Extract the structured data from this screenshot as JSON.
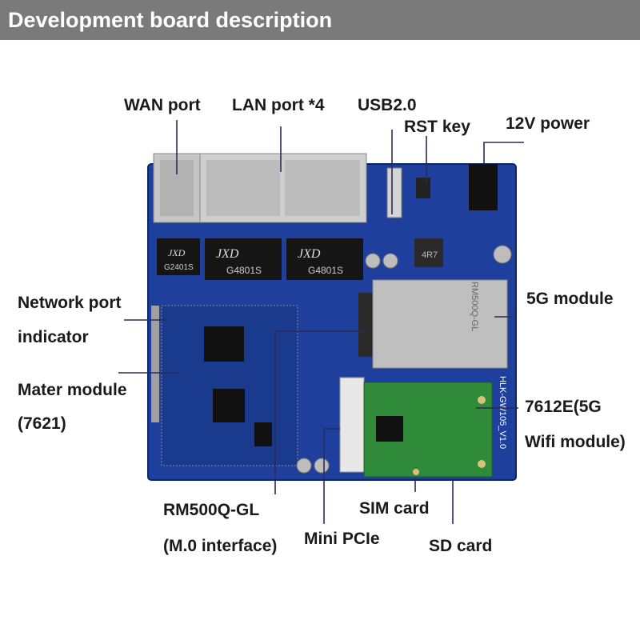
{
  "header": {
    "title": "Development board description"
  },
  "labels": {
    "wan": "WAN port",
    "lan": "LAN port *4",
    "usb": "USB2.0",
    "rst": "RST key",
    "power": "12V power",
    "net_line1": "Network port",
    "net_line2": "indicator",
    "master_line1": "Mater module",
    "master_line2": "(7621)",
    "g5": "5G module",
    "wifi_line1": "7612E(5G",
    "wifi_line2": "Wifi module)",
    "rm_line1": "RM500Q-GL",
    "rm_line2": "(M.0 interface)",
    "minipcie": "Mini PCIe",
    "sim": "SIM card",
    "sd": "SD card"
  },
  "board_text": {
    "chip1": "JXD",
    "chip1_code": "G2401S",
    "chip2": "JXD",
    "chip2_code": "G4801S",
    "chip3": "JXD",
    "chip3_code": "G4801S",
    "inductor": "4R7",
    "board_name": "HLK-GW105_V1.0",
    "module_name": "RM500Q-GL"
  },
  "colors": {
    "board": "#1f3f9c",
    "metal": "#c9c9c9",
    "pcb_green": "#2f8a3a",
    "leader": "#2a2a5a"
  }
}
